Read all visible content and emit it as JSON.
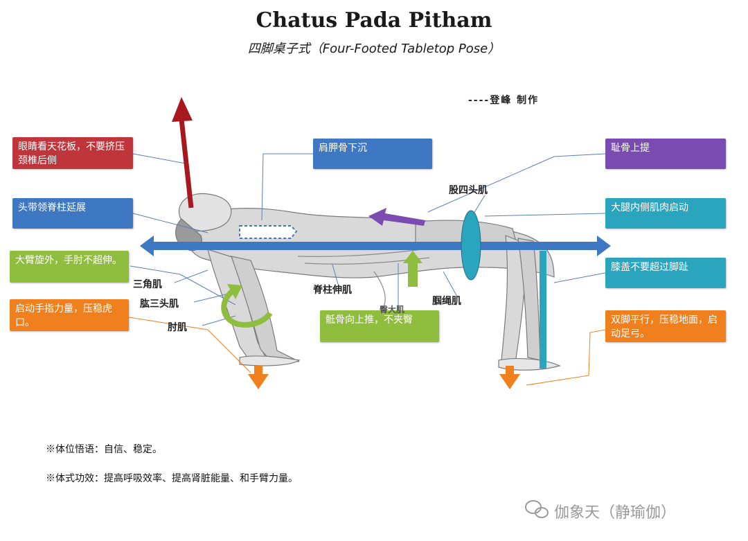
{
  "title": "Chatus Pada Pitham",
  "subtitle": "四脚桌子式（Four-Footed Tabletop Pose）",
  "credit": "----登峰 制作",
  "callouts": {
    "eyes": "眼睛看天花板，不要挤压颈椎后侧",
    "head": "头带领脊柱延展",
    "arm": "大臂旋外，手肘不超伸。",
    "fingers": "启动手指力量，压稳虎口。",
    "scapula": "肩胛骨下沉",
    "sacrum": "骶骨向上推，不夹臀",
    "pubis": "耻骨上提",
    "thigh": "大腿内侧肌肉启动",
    "knee": "膝盖不要超过脚趾",
    "feet": "双脚平行，压稳地面，启动足弓。"
  },
  "muscles": {
    "quadriceps": "股四头肌",
    "deltoid": "三角肌",
    "triceps": "肱三头肌",
    "elbow": "肘肌",
    "erector": "脊柱伸肌",
    "glute": "臀大肌",
    "hamstring": "腘绳肌"
  },
  "notes": {
    "verse": "※体位悟语：自信、稳定。",
    "benefit": "※体式功效：提高呼吸效率、提高肾脏能量、和手臂力量。"
  },
  "watermark": "伽象天（静瑜伽）",
  "colors": {
    "red": "#c0343b",
    "blue": "#3f78c2",
    "purple": "#7a4bb0",
    "teal": "#2ba4bd",
    "green": "#8fbd3d",
    "orange": "#f07f1e"
  }
}
